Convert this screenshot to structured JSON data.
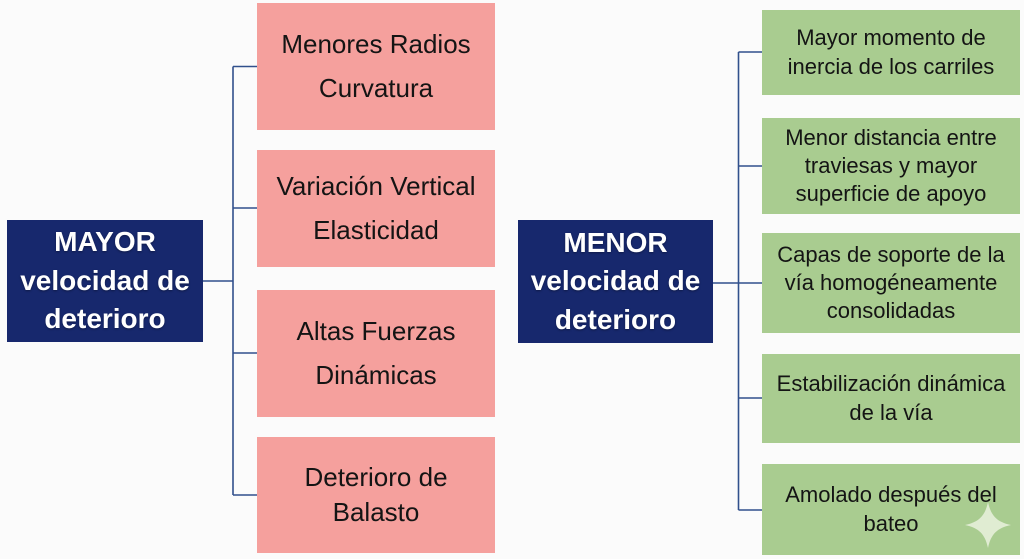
{
  "diagram": {
    "title_hint": "factores de velocidad de deterioro de la via",
    "root_left": {
      "lines": [
        "MAYOR",
        "velocidad de",
        "deterioro"
      ]
    },
    "left_branch": {
      "items": [
        {
          "lines": [
            "Menores Radios",
            "Curvatura"
          ]
        },
        {
          "lines": [
            "Variación Vertical",
            "Elasticidad"
          ]
        },
        {
          "lines": [
            "Altas Fuerzas",
            "Dinámicas"
          ]
        },
        {
          "lines": [
            "Deterioro de",
            "Balasto"
          ]
        }
      ]
    },
    "root_right": {
      "lines": [
        "MENOR",
        "velocidad de",
        "deterioro"
      ]
    },
    "right_branch": {
      "items": [
        {
          "lines": [
            "Mayor momento de",
            "inercia de los carriles"
          ]
        },
        {
          "lines": [
            "Menor distancia entre",
            "traviesas y mayor",
            "superficie de apoyo"
          ]
        },
        {
          "lines": [
            "Capas de soporte de la",
            "vía homogéneamente",
            "consolidadas"
          ]
        },
        {
          "lines": [
            "Estabilización dinámica",
            "de la vía"
          ]
        },
        {
          "lines": [
            "Amolado después del",
            "bateo"
          ]
        }
      ]
    },
    "colors": {
      "root_fill": "#17286d",
      "root_text": "#ffffff",
      "left_item_fill": "#f5a09d",
      "right_item_fill": "#a9cc90",
      "item_text": "#141414",
      "connector": "#31508c",
      "background": "#fbfbfb",
      "sparkle_fill": "#e3edd6"
    },
    "icons": {
      "sparkle": "four-point-sparkle-icon"
    }
  }
}
